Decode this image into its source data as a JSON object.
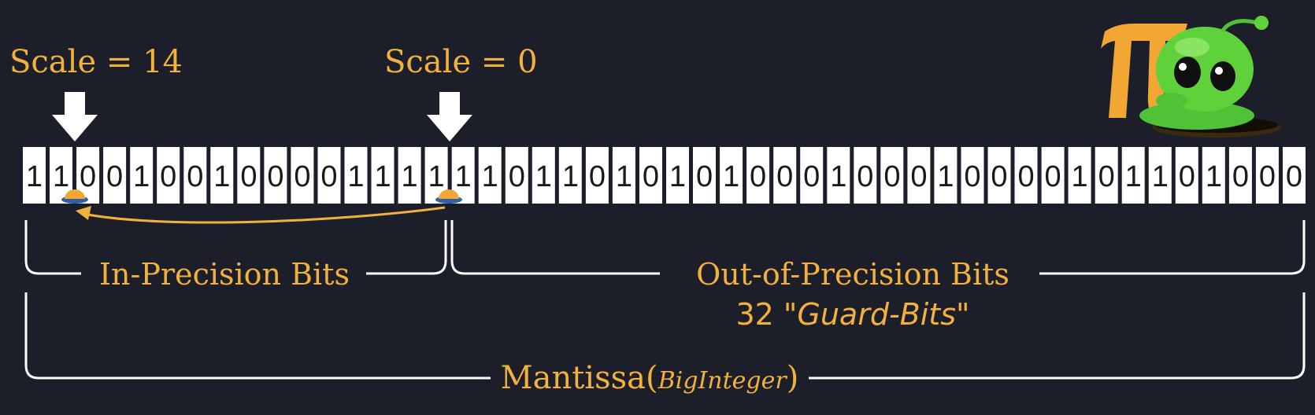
{
  "labels": {
    "scale_left": "Scale = 14",
    "scale_right": "Scale = 0",
    "in_precision": "In-Precision Bits",
    "out_precision": "Out-of-Precision Bits",
    "guard_prefix": "32 \"",
    "guard_italic": "Guard-Bits",
    "guard_suffix": "\"",
    "mantissa": "Mantissa(",
    "mantissa_italic": "BigInteger",
    "mantissa_suffix": ")"
  },
  "bits": [
    "1",
    "1",
    "0",
    "0",
    "1",
    "0",
    "0",
    "1",
    "0",
    "0",
    "0",
    "0",
    "1",
    "1",
    "1",
    "1",
    "1",
    "1",
    "0",
    "1",
    "1",
    "0",
    "1",
    "0",
    "1",
    "0",
    "1",
    "0",
    "0",
    "0",
    "1",
    "0",
    "0",
    "0",
    "1",
    "0",
    "0",
    "0",
    "0",
    "1",
    "0",
    "1",
    "1",
    "0",
    "1",
    "0",
    "0",
    "0"
  ],
  "markers": {
    "scale_left_bit_index": 2,
    "scale_right_bit_index": 16
  },
  "colors": {
    "background": "#1c1f29",
    "accent": "#f2b13c",
    "bracket": "#ffffff",
    "cell": "#ffffff",
    "alien_green": "#5fd23b"
  },
  "icons": {
    "logo": "pi-alien-mascot-icon",
    "arrows": "down-arrow-icon",
    "markers": "ufo-marker-icon"
  }
}
